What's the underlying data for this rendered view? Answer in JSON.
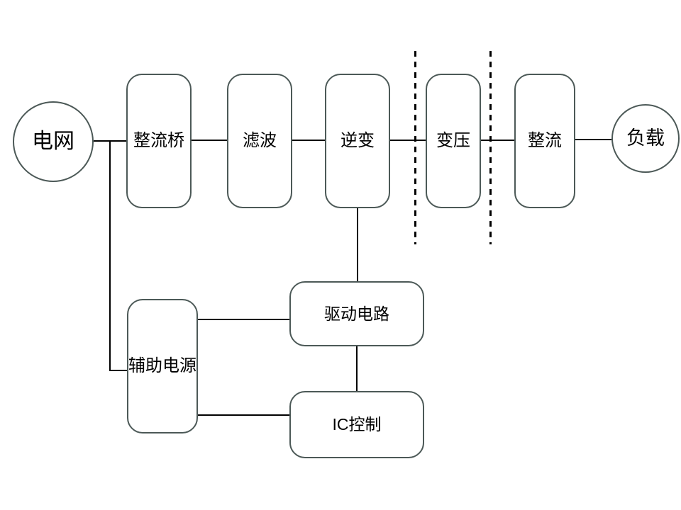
{
  "diagram": {
    "type": "block-diagram",
    "description": "switching power supply signal flow",
    "background": "#ffffff",
    "colors": {
      "node_border": "#4c5957",
      "connector": "#000000",
      "separator": "#000000",
      "text": "#000000"
    },
    "nodes": [
      {
        "id": "grid",
        "label": "电网",
        "shape": "circle"
      },
      {
        "id": "rectifier-bridge",
        "label": "整流桥",
        "shape": "rounded-rect"
      },
      {
        "id": "filter",
        "label": "滤波",
        "shape": "rounded-rect"
      },
      {
        "id": "inverter",
        "label": "逆变",
        "shape": "rounded-rect"
      },
      {
        "id": "transformer",
        "label": "变压",
        "shape": "rounded-rect"
      },
      {
        "id": "rectifier",
        "label": "整流",
        "shape": "rounded-rect"
      },
      {
        "id": "load",
        "label": "负载",
        "shape": "circle"
      },
      {
        "id": "drive-circuit",
        "label": "驱动电路",
        "shape": "rounded-rect"
      },
      {
        "id": "ic-control",
        "label": "IC控制",
        "shape": "rounded-rect"
      },
      {
        "id": "aux-power",
        "label": "辅助电源",
        "shape": "rounded-rect"
      }
    ],
    "edges": [
      {
        "from": "grid",
        "to": "rectifier-bridge"
      },
      {
        "from": "rectifier-bridge",
        "to": "filter"
      },
      {
        "from": "filter",
        "to": "inverter"
      },
      {
        "from": "inverter",
        "to": "transformer"
      },
      {
        "from": "transformer",
        "to": "rectifier"
      },
      {
        "from": "rectifier",
        "to": "load"
      },
      {
        "from": "grid",
        "to": "aux-power"
      },
      {
        "from": "inverter",
        "to": "drive-circuit"
      },
      {
        "from": "drive-circuit",
        "to": "ic-control"
      },
      {
        "from": "aux-power",
        "to": "drive-circuit"
      },
      {
        "from": "aux-power",
        "to": "ic-control"
      }
    ],
    "separators": [
      {
        "id": "isolation-left",
        "style": "dashed",
        "orientation": "vertical"
      },
      {
        "id": "isolation-right",
        "style": "dashed",
        "orientation": "vertical"
      }
    ]
  }
}
